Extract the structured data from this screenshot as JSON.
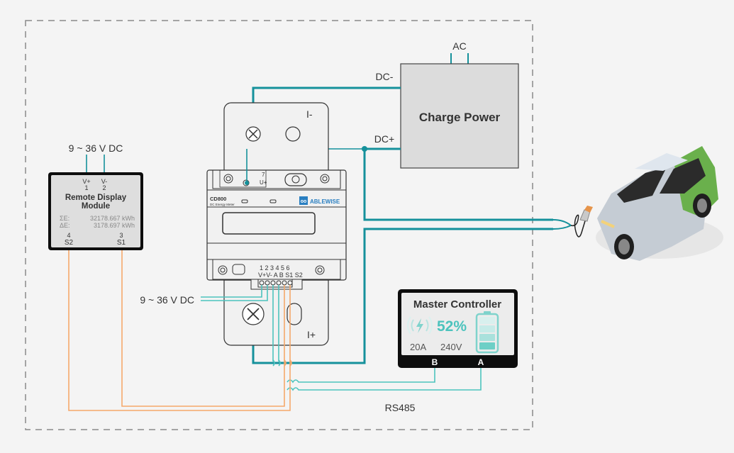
{
  "colors": {
    "teal_dark": "#15919b",
    "teal_light": "#4cc3bd",
    "orange": "#f5a86a",
    "box_fill": "#dcdcdc",
    "device_fill": "#f1f1f1",
    "accent_green": "#6ab04c",
    "border_dash": "#8a8a8a"
  },
  "labels": {
    "ac": "AC",
    "dc_minus": "DC-",
    "dc_plus": "DC+",
    "rs485": "RS485",
    "supply_top": "9 ~ 36 V DC",
    "supply_meter": "9 ~ 36 V DC"
  },
  "charge_power": {
    "title": "Charge Power"
  },
  "remote_display": {
    "title_line1": "Remote Display",
    "title_line2": "Module",
    "pin1_label": "V+",
    "pin1_num": "1",
    "pin2_label": "V-",
    "pin2_num": "2",
    "pin3_num": "3",
    "pin3_label": "S1",
    "pin4_num": "4",
    "pin4_label": "S2",
    "sum_e_label": "ΣE:",
    "sum_e_value": "32178.667 kWh",
    "delta_e_label": "ΔE:",
    "delta_e_value": "3178.697 kWh"
  },
  "meter": {
    "model": "CD800",
    "subtitle": "DC Energy Meter",
    "brand": "ABLEWISE",
    "brand_logo": "oo",
    "terminal_i_minus": "I-",
    "terminal_i_plus": "I+",
    "terminal_7_num": "7",
    "terminal_7_label": "U+",
    "pin_numbers": "1 2 3 4 5 6",
    "pin_labels": "V+V- A B S1 S2"
  },
  "master_controller": {
    "title": "Master Controller",
    "percent": "52%",
    "current": "20A",
    "voltage": "240V",
    "port_b": "B",
    "port_a": "A",
    "battery_level": 0.52,
    "charging_icon": "lightning-bolt"
  },
  "vehicle": {
    "type": "electric-car",
    "connector": "charging-plug"
  }
}
